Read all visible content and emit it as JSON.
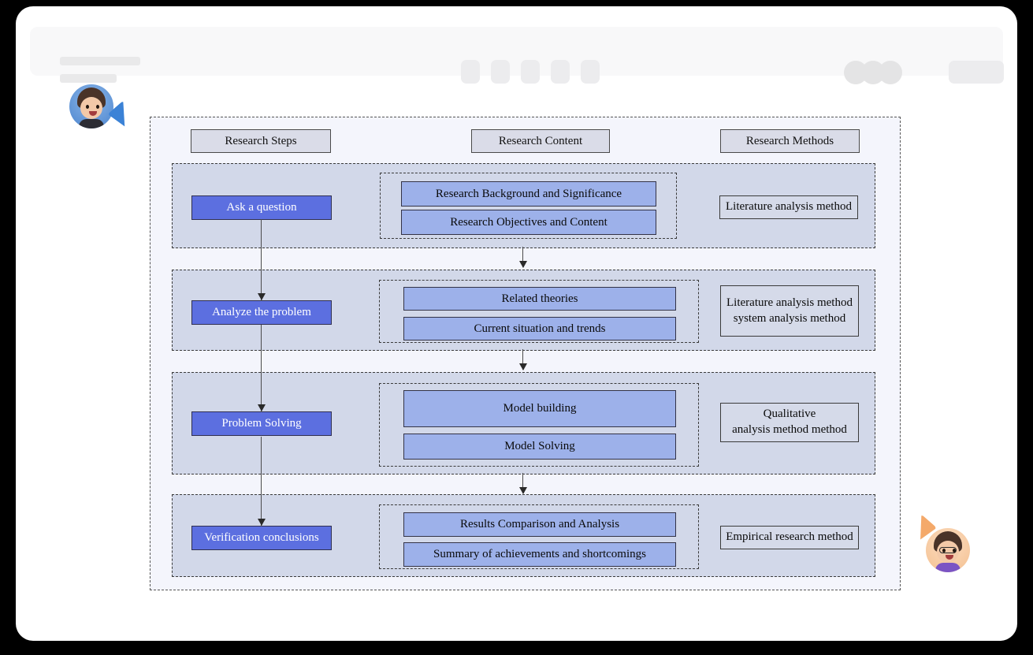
{
  "window": {
    "toolbar": {
      "tab_count": 5,
      "avatar_count": 3,
      "action_button": ""
    }
  },
  "cursors": [
    {
      "name": "cursor-blue",
      "color": "#3b82d6"
    },
    {
      "name": "cursor-orange",
      "color": "#f4a96a"
    }
  ],
  "diagram": {
    "headers": [
      {
        "label": "Research Steps"
      },
      {
        "label": "Research Content"
      },
      {
        "label": "Research Methods"
      }
    ],
    "rows": [
      {
        "step": "Ask a question",
        "contents": [
          "Research Background and Significance",
          "Research Objectives and Content"
        ],
        "method": "Literature analysis method"
      },
      {
        "step": "Analyze the problem",
        "contents": [
          "Related theories",
          "Current situation and trends"
        ],
        "method": "Literature analysis method\nsystem analysis method"
      },
      {
        "step": "Problem Solving",
        "contents": [
          "Model building",
          "Model Solving"
        ],
        "method": "Qualitative\nanalysis method  method"
      },
      {
        "step": "Verification conclusions",
        "contents": [
          "Results Comparison and Analysis",
          "Summary of achievements and shortcomings"
        ],
        "method": "Empirical research method"
      }
    ]
  },
  "colors": {
    "step_box": "#5c6fe0",
    "content_box": "#9db1ea",
    "method_box": "#d5dae9",
    "band": "#d2d8e9",
    "canvas": "#f4f5fc"
  }
}
